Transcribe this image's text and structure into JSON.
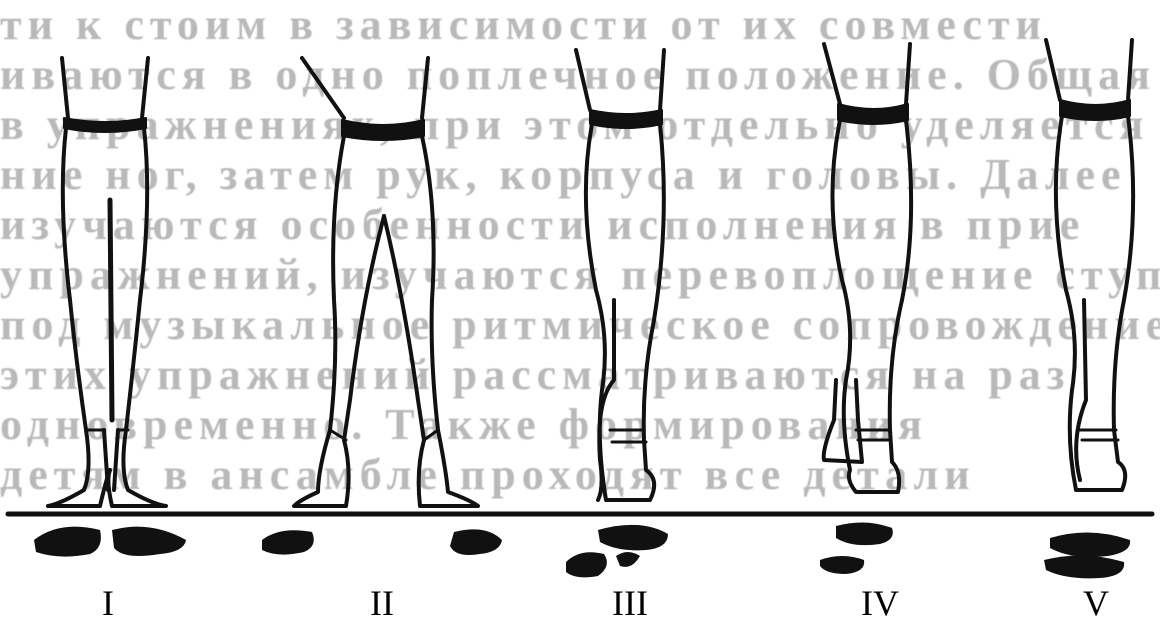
{
  "background_text": [
    "ти к стоим в зависимости от их совмести",
    "иваются в одно поплечное положение. Общая",
    "в упражнениях, при этом отдельно уделяется",
    "ние ног, затем рук, корпуса и головы. Далее",
    "изучаются особенности исполнения в прие",
    "упражнений, изучаются перевоплощение ступ",
    "под музыкальное ритмическое сопровождение. Про",
    "этих упражнений рассматриваются на раз",
    "одновременно. Также формирования",
    "детям в ансамбле проходят все детали"
  ],
  "positions": [
    {
      "label": "I",
      "name": "first"
    },
    {
      "label": "II",
      "name": "second"
    },
    {
      "label": "III",
      "name": "third"
    },
    {
      "label": "IV",
      "name": "fourth"
    },
    {
      "label": "V",
      "name": "fifth"
    }
  ],
  "colors": {
    "ink": "#111111",
    "faded_text": "#b9b9b9",
    "background": "#ffffff"
  }
}
